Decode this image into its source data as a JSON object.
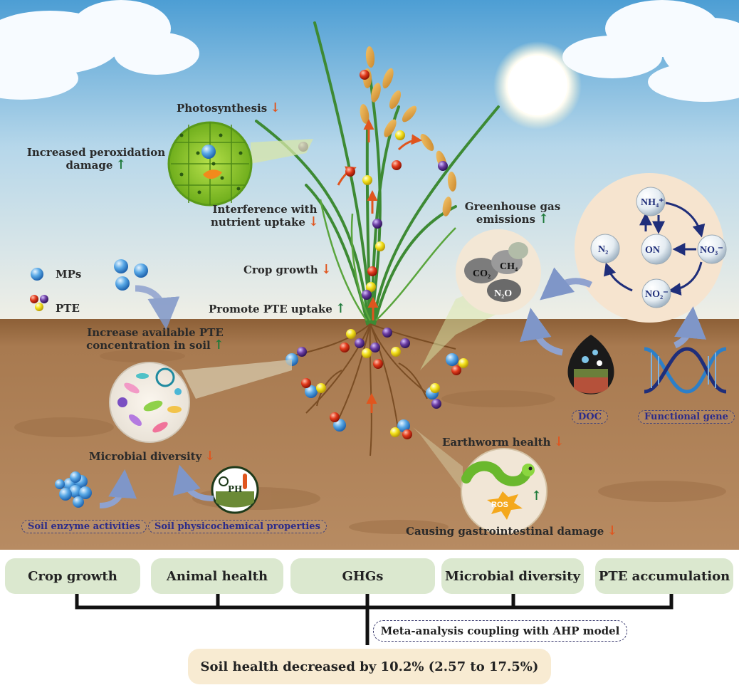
{
  "scene_labels": {
    "photosynthesis": "Photosynthesis",
    "peroxidation": "Increased peroxidation damage",
    "nutrient": "Interference with nutrient uptake",
    "crop_growth": "Crop growth",
    "promote_pte": "Promote PTE uptake",
    "available_pte": "Increase available PTE concentration in soil",
    "microbial_diversity": "Microbial diversity",
    "greenhouse": "Greenhouse gas emissions",
    "earthworm": "Earthworm health",
    "gastro": "Causing gastrointestinal damage",
    "ros": "ROS",
    "ph": "PH"
  },
  "legend": {
    "mps": "MPs",
    "pte": "PTE"
  },
  "gases": {
    "co2": "CO₂",
    "ch4": "CH₄",
    "n2o": "N₂O"
  },
  "nitrogen_cycle": {
    "nh4": "NH₄⁺",
    "n2": "N₂",
    "on": "ON",
    "no3": "NO₃⁻",
    "no2": "NO₂⁻"
  },
  "tags": {
    "doc": "DOC",
    "functional_gene": "Functional gene",
    "soil_enzyme": "Soil enzyme activities",
    "soil_physico": "Soil physicochemical properties"
  },
  "indicators": [
    "Crop growth",
    "Animal health",
    "GHGs",
    "Microbial diversity",
    "PTE accumulation"
  ],
  "meta_label": "Meta-analysis coupling with AHP model",
  "result": "Soil health decreased by 10.2% (2.57 to 17.5%)",
  "colors": {
    "sky_top": "#4d9ed4",
    "soil": "#a8784f",
    "box_fill": "#dbe8cf",
    "result_fill": "#f8ebd2",
    "up_arrow": "#1e7a3a",
    "down_arrow": "#e0551e"
  }
}
